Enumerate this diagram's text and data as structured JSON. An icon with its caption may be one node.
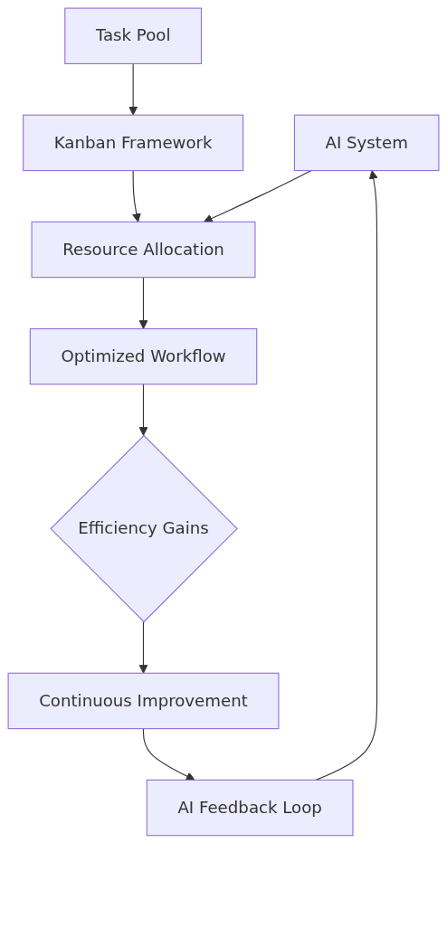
{
  "diagram": {
    "nodes": [
      {
        "text": [
          "Task Pool"
        ]
      },
      {
        "text": [
          "Kanban Framework"
        ]
      },
      {
        "text": [
          "AI System"
        ]
      },
      {
        "text": [
          "Resource Allocation"
        ]
      },
      {
        "text": [
          "Optimized Workflow"
        ]
      },
      {
        "text": [
          "Efficiency Gains"
        ]
      },
      {
        "text": [
          "Continuous Improvement"
        ]
      },
      {
        "text": [
          "AI Feedback Loop"
        ]
      }
    ],
    "edges": [
      {
        "from": 0,
        "to": 1,
        "arrow": "to"
      },
      {
        "from": 1,
        "to": 3,
        "arrow": "to"
      },
      {
        "from": 2,
        "to": 3,
        "arrow": "to"
      },
      {
        "from": 3,
        "to": 4,
        "arrow": "to"
      },
      {
        "from": 4,
        "to": 5,
        "arrow": "to"
      },
      {
        "from": 5,
        "to": 6,
        "arrow": "to"
      },
      {
        "from": 6,
        "to": 7,
        "arrow": "to"
      },
      {
        "from": 7,
        "to": 2,
        "arrow": "to"
      }
    ]
  }
}
